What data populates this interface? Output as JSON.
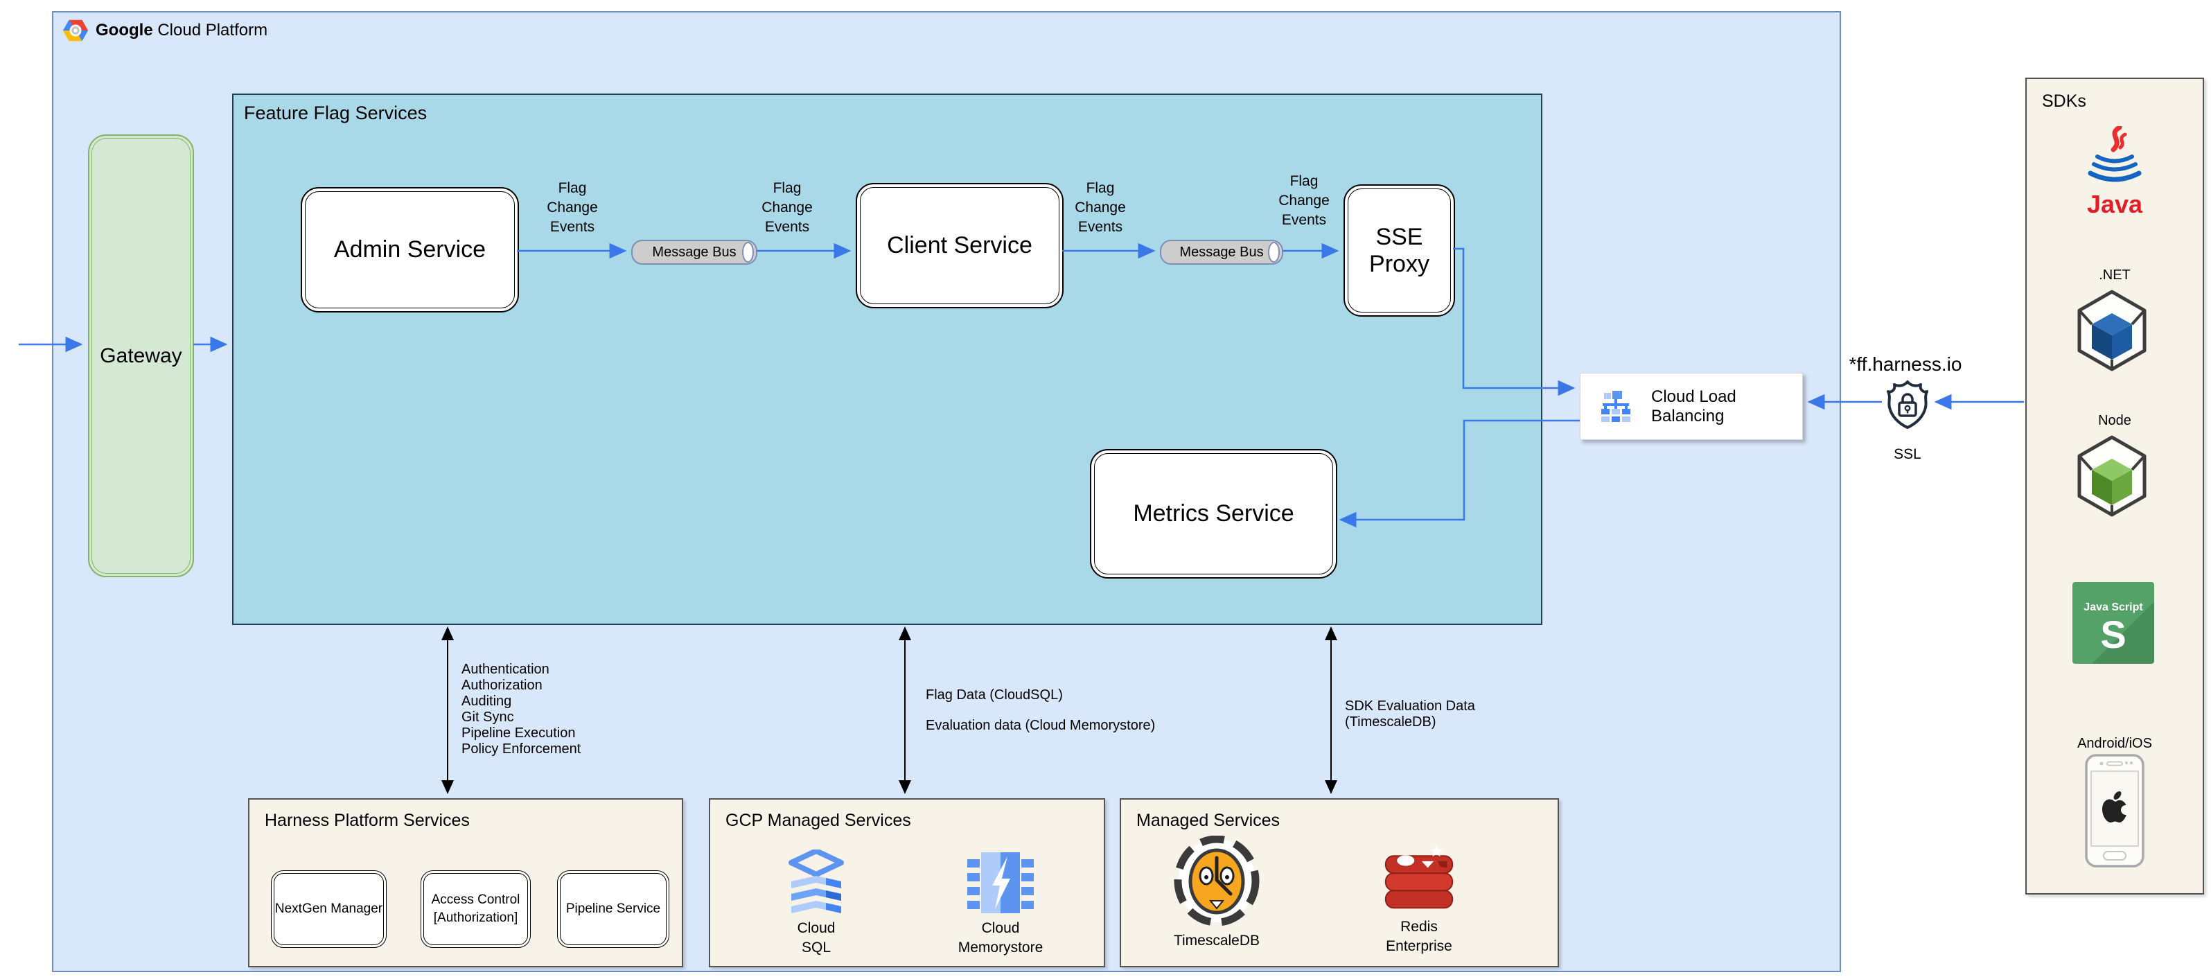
{
  "header": {
    "brand_bold": "Google",
    "brand_rest": "Cloud Platform"
  },
  "gateway_label": "Gateway",
  "ffs": {
    "title": "Feature Flag Services",
    "admin": "Admin Service",
    "client": "Client Service",
    "sse": "SSE\nProxy",
    "metrics": "Metrics Service",
    "message_bus": "Message Bus",
    "flag_events": "Flag\nChange\nEvents"
  },
  "clb_label": "Cloud Load Balancing",
  "ssl": {
    "domain": "*ff.harness.io",
    "label": "SSL"
  },
  "links": {
    "platform_list": "Authentication\nAuthorization\nAuditing\nGit Sync\nPipeline Execution\nPolicy Enforcement",
    "flag_data": "Flag Data (CloudSQL)",
    "eval_data": "Evaluation data (Cloud Memorystore)",
    "sdk_eval": "SDK Evaluation Data\n(TimescaleDB)"
  },
  "harness_box": {
    "title": "Harness Platform Services",
    "items": [
      "NextGen Manager",
      "Access Control\n[Authorization]",
      "Pipeline Service"
    ]
  },
  "gcp_managed": {
    "title": "GCP Managed Services",
    "items": [
      "Cloud\nSQL",
      "Cloud\nMemorystore"
    ]
  },
  "managed": {
    "title": "Managed Services",
    "items": [
      "TimescaleDB",
      "Redis\nEnterprise"
    ]
  },
  "sdks": {
    "title": "SDKs",
    "java": "Java",
    "dotnet": ".NET",
    "node": "Node",
    "js_title": "Java Script",
    "js_letter": "S",
    "mobile": "Android/iOS"
  },
  "colors": {
    "outer_fill": "#d9e7fa",
    "outer_stroke": "#6c8ebf",
    "ffs_fill": "#a9d8e9",
    "ffs_stroke": "#1b4257",
    "gateway_fill": "#d5e8d4",
    "gateway_stroke": "#82b366",
    "cream_fill": "#f7f3e8",
    "arrow_blue": "#3b78e7",
    "gcp_blue": "#4285f4",
    "redis_red": "#c23026",
    "timescale_orange": "#f6a61f",
    "js_green": "#55a269"
  }
}
